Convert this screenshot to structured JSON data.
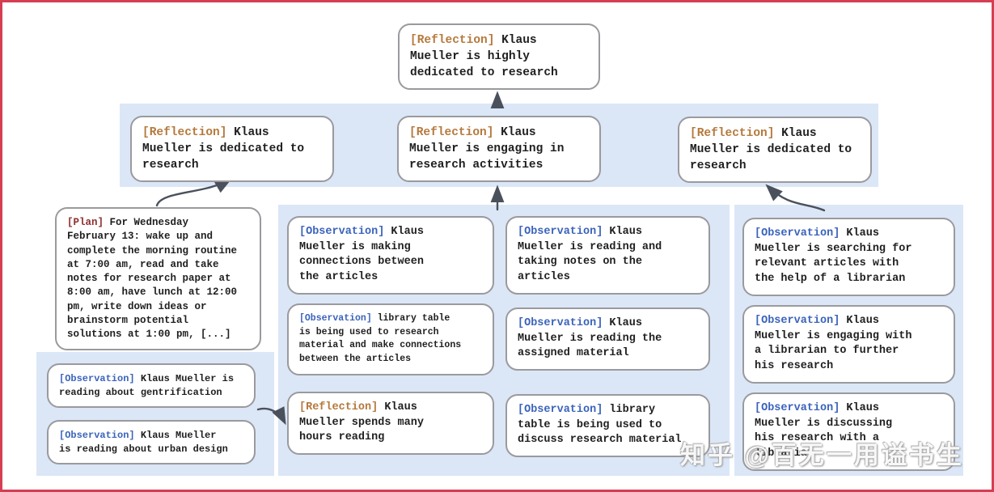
{
  "colors": {
    "frame": "#d53e52",
    "band": "#dbe7f7",
    "box_border": "#9a9a9e",
    "arrow": "#4b515c",
    "reflection_label": "#b5793c",
    "observation_label": "#3a63bb",
    "plan_label": "#8e2f2f",
    "text": "#1f1f1f"
  },
  "nodes": {
    "root": {
      "label": "[Reflection]",
      "text": "Klaus\nMueller is highly\ndedicated to research"
    },
    "level2": [
      {
        "label": "[Reflection]",
        "text": "Klaus\nMueller is dedicated to\nresearch"
      },
      {
        "label": "[Reflection]",
        "text": "Klaus\nMueller is engaging in\nresearch activities"
      },
      {
        "label": "[Reflection]",
        "text": "Klaus\nMueller is dedicated to\nresearch"
      }
    ],
    "plan": {
      "label": "[Plan]",
      "text": "For Wednesday\nFebruary 13: wake up and\ncomplete the morning routine\nat 7:00 am, read and take\nnotes for research paper at\n8:00 am, have lunch at 12:00\npm, write down ideas or\nbrainstorm potential\nsolutions at 1:00 pm, [...]"
    },
    "left_observations": [
      {
        "label": "[Observation]",
        "text": "Klaus Mueller is\nreading about gentrification"
      },
      {
        "label": "[Observation]",
        "text": "Klaus Mueller\nis reading about urban design"
      }
    ],
    "middle_col1": [
      {
        "label": "[Observation]",
        "text": "Klaus\nMueller is making\nconnections between\nthe articles"
      },
      {
        "label": "[Observation]",
        "text": "library table\nis being used to research\nmaterial and make connections\nbetween the articles"
      },
      {
        "label": "[Reflection]",
        "text": "Klaus\nMueller spends many\nhours reading"
      }
    ],
    "middle_col2": [
      {
        "label": "[Observation]",
        "text": "Klaus\nMueller is reading and\ntaking notes on the\narticles"
      },
      {
        "label": "[Observation]",
        "text": "Klaus\nMueller is reading the\nassigned material"
      },
      {
        "label": "[Observation]",
        "text": "library\ntable is being used to\ndiscuss research material"
      }
    ],
    "right_col": [
      {
        "label": "[Observation]",
        "text": "Klaus\nMueller is searching for\nrelevant articles with\nthe help of a librarian"
      },
      {
        "label": "[Observation]",
        "text": "Klaus\nMueller is engaging with\na librarian to further\nhis research"
      },
      {
        "label": "[Observation]",
        "text": "Klaus\nMueller is discussing\nhis research with a\nlibrarian"
      }
    ]
  },
  "watermark": {
    "text": "知乎 @百无一用谥书生"
  }
}
